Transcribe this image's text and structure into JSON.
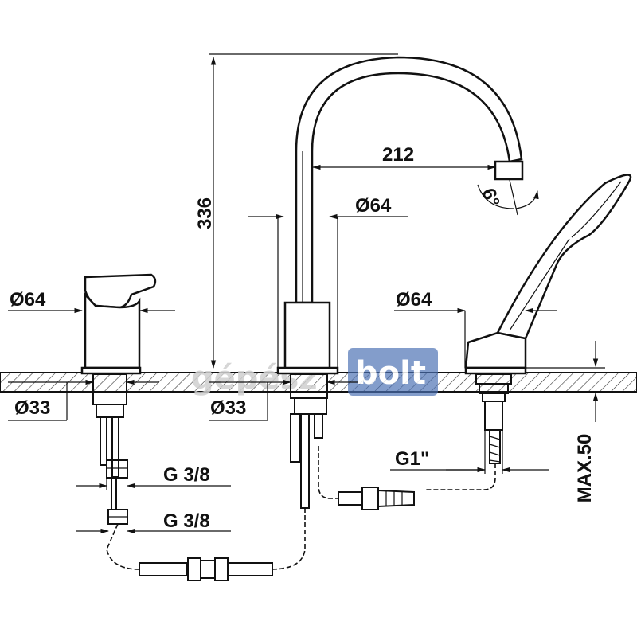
{
  "dimensions": {
    "height": "336",
    "spout_reach": "212",
    "spout_angle": "6°",
    "mixer_diameter": "Ø64",
    "spout_diameter": "Ø64",
    "shower_diameter": "Ø64",
    "mixer_hole": "Ø33",
    "spout_hole": "Ø33",
    "connection_upper": "G 3/8",
    "connection_lower": "G 3/8",
    "shower_connection": "G1\"",
    "max_thickness": "MAX.50"
  },
  "watermark": {
    "text_left": "gépész",
    "text_right": "bolt"
  },
  "colors": {
    "line": "#111111",
    "watermark_blue": "#4a6fb3",
    "watermark_grey": "#d0d0d0"
  }
}
